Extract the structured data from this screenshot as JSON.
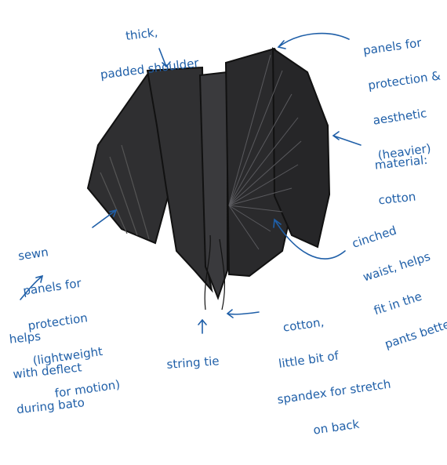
{
  "annotations": {
    "shoulder": [
      "thick,",
      "padded shoulder"
    ],
    "panels_right": [
      "panels for",
      "protection &",
      "aesthetic",
      "(heavier)"
    ],
    "material": [
      "material:",
      "cotton"
    ],
    "sewn_panels": [
      "sewn",
      "panels for",
      "protection",
      "(lightweight",
      "for motion)"
    ],
    "deflect": [
      "helps",
      "with deflect",
      "during bato"
    ],
    "cinched": [
      "cinched",
      "waist, helps",
      "fit in the",
      "pants better"
    ],
    "string_tie": [
      "string tie"
    ],
    "cotton_back": [
      "cotton,",
      "little bit of",
      "spandex for stretch",
      "on back"
    ]
  },
  "colors": {
    "ink": "#1f5fa8",
    "garment_dark": "#2b2b2d",
    "garment_mid": "#3c3c3f",
    "outline": "#111111"
  }
}
